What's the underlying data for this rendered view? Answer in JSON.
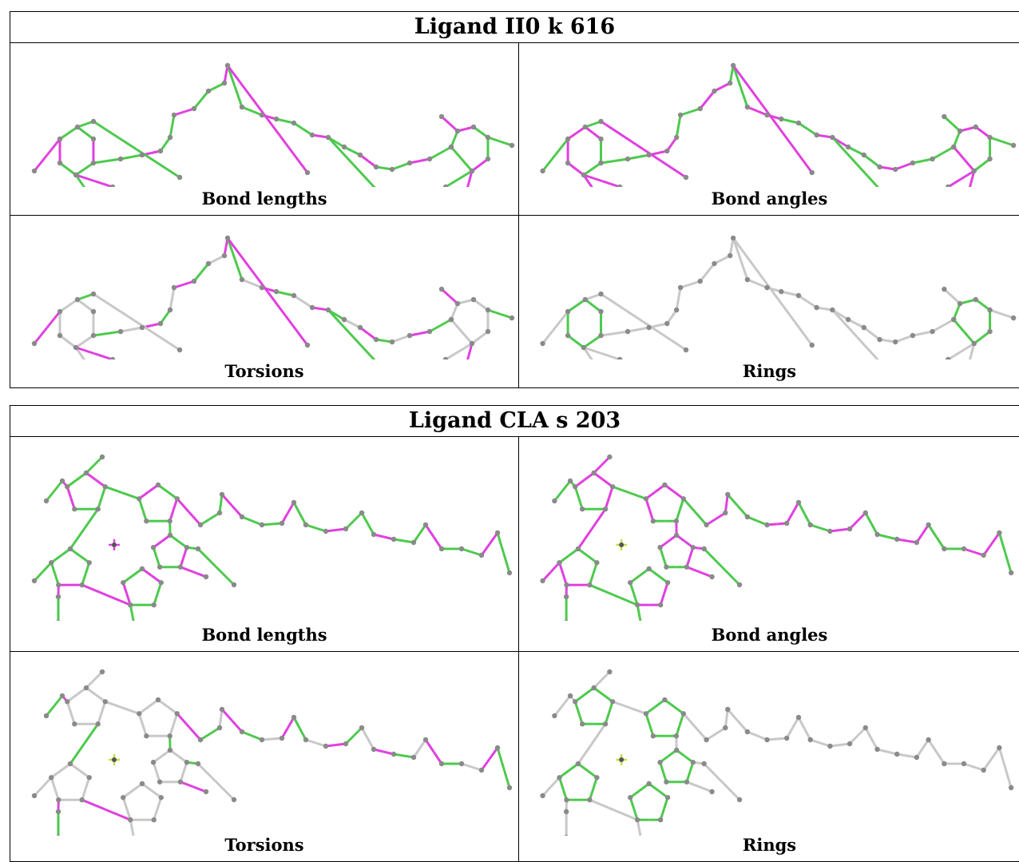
{
  "colors": {
    "green": "#4ec94e",
    "magenta": "#e040e0",
    "gray": "#c8c8c8",
    "atom": "#8a8a8a"
  },
  "tables": [
    {
      "title": "Ligand II0 k 616",
      "panels": [
        {
          "caption": "Bond lengths"
        },
        {
          "caption": "Bond angles"
        },
        {
          "caption": "Torsions"
        },
        {
          "caption": "Rings"
        }
      ]
    },
    {
      "title": "Ligand CLA s 203",
      "panels": [
        {
          "caption": "Bond lengths"
        },
        {
          "caption": "Bond angles"
        },
        {
          "caption": "Torsions"
        },
        {
          "caption": "Rings"
        }
      ]
    }
  ]
}
